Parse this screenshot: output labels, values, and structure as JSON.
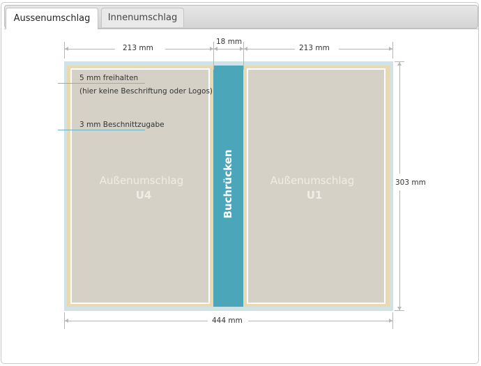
{
  "tabs": [
    {
      "label": "Aussenumschlag",
      "active": true
    },
    {
      "label": "Innenumschlag",
      "active": false
    }
  ],
  "diagram": {
    "dim_left": "213 mm",
    "dim_spine": "18 mm",
    "dim_right": "213 mm",
    "dim_height": "303 mm",
    "dim_total": "444 mm",
    "note_safe_line1": "5 mm freihalten",
    "note_safe_line2": "(hier keine Beschriftung oder Logos)",
    "note_bleed": "3 mm Beschnittzugabe",
    "back_cover_title": "Außenumschlag",
    "back_cover_code": "U4",
    "front_cover_title": "Außenumschlag",
    "front_cover_code": "U1",
    "spine_label": "Buchrücken"
  },
  "colors": {
    "bleed": "#cfe3e6",
    "safe_zone": "#ead8b0",
    "panel": "#d5d1c6",
    "spine": "#4aa6b8",
    "note_safe": "#c9a935",
    "note_bleed": "#6bb0c4"
  }
}
